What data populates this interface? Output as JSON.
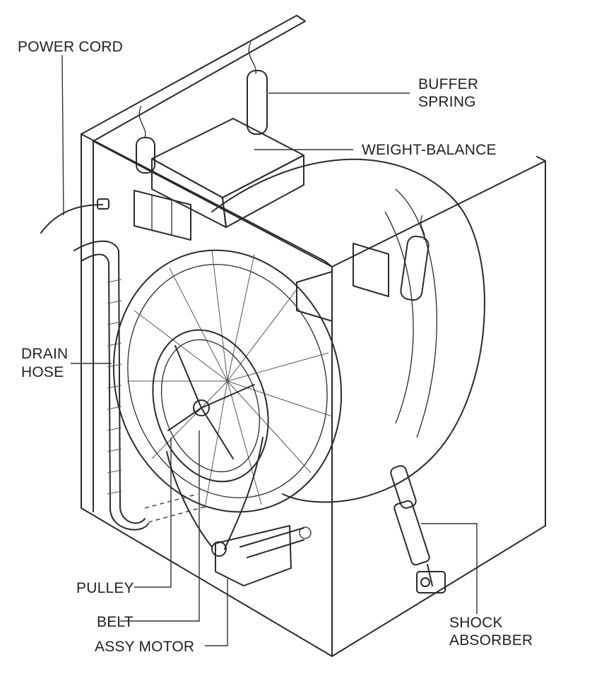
{
  "labels": {
    "power_cord": "POWER CORD",
    "buffer_spring_1": "BUFFER",
    "buffer_spring_2": "SPRING",
    "weight_balance": "WEIGHT-BALANCE",
    "drain_hose_1": "DRAIN",
    "drain_hose_2": "HOSE",
    "pulley": "PULLEY",
    "belt": "BELT",
    "assy_motor": "ASSY MOTOR",
    "shock_absorber_1": "SHOCK",
    "shock_absorber_2": "ABSORBER"
  }
}
